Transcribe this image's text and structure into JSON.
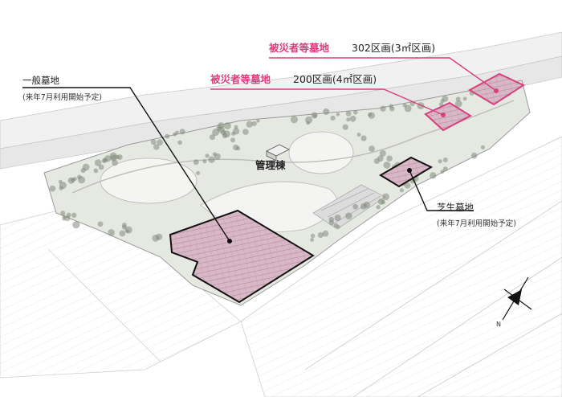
{
  "labels": {
    "disaster_a_name": "被災者等墓地",
    "disaster_a_count": "302区画(3㎡区画)",
    "disaster_b_name": "被災者等墓地",
    "disaster_b_count": "200区画(4㎡区画)",
    "general_name": "一般墓地",
    "general_note": "(来年7月利用開始予定)",
    "admin_building": "管理棟",
    "lawn_name": "芝生墓地",
    "lawn_note": "(来年7月利用開始予定)"
  },
  "compass": {
    "letter": "N"
  },
  "colors": {
    "highlight_pink": "#d6407f",
    "plot_fill": "#d9b7c6",
    "park_green": "#cfd6c8",
    "tree": "#7f8a7a"
  }
}
